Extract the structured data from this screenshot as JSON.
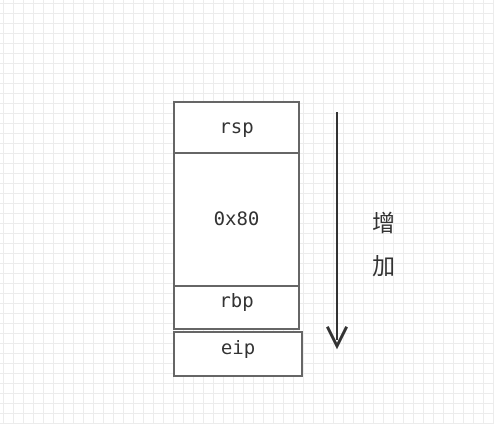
{
  "stack": {
    "cells": [
      {
        "label": "rsp"
      },
      {
        "label": "0x80"
      },
      {
        "label": "rbp"
      },
      {
        "label": "eip"
      }
    ]
  },
  "direction": {
    "label_chars": [
      "增",
      "加"
    ],
    "arrow": "down-arrow"
  },
  "colors": {
    "border": "#666666",
    "text": "#333333",
    "grid": "#ececec",
    "arrow": "#333333"
  }
}
